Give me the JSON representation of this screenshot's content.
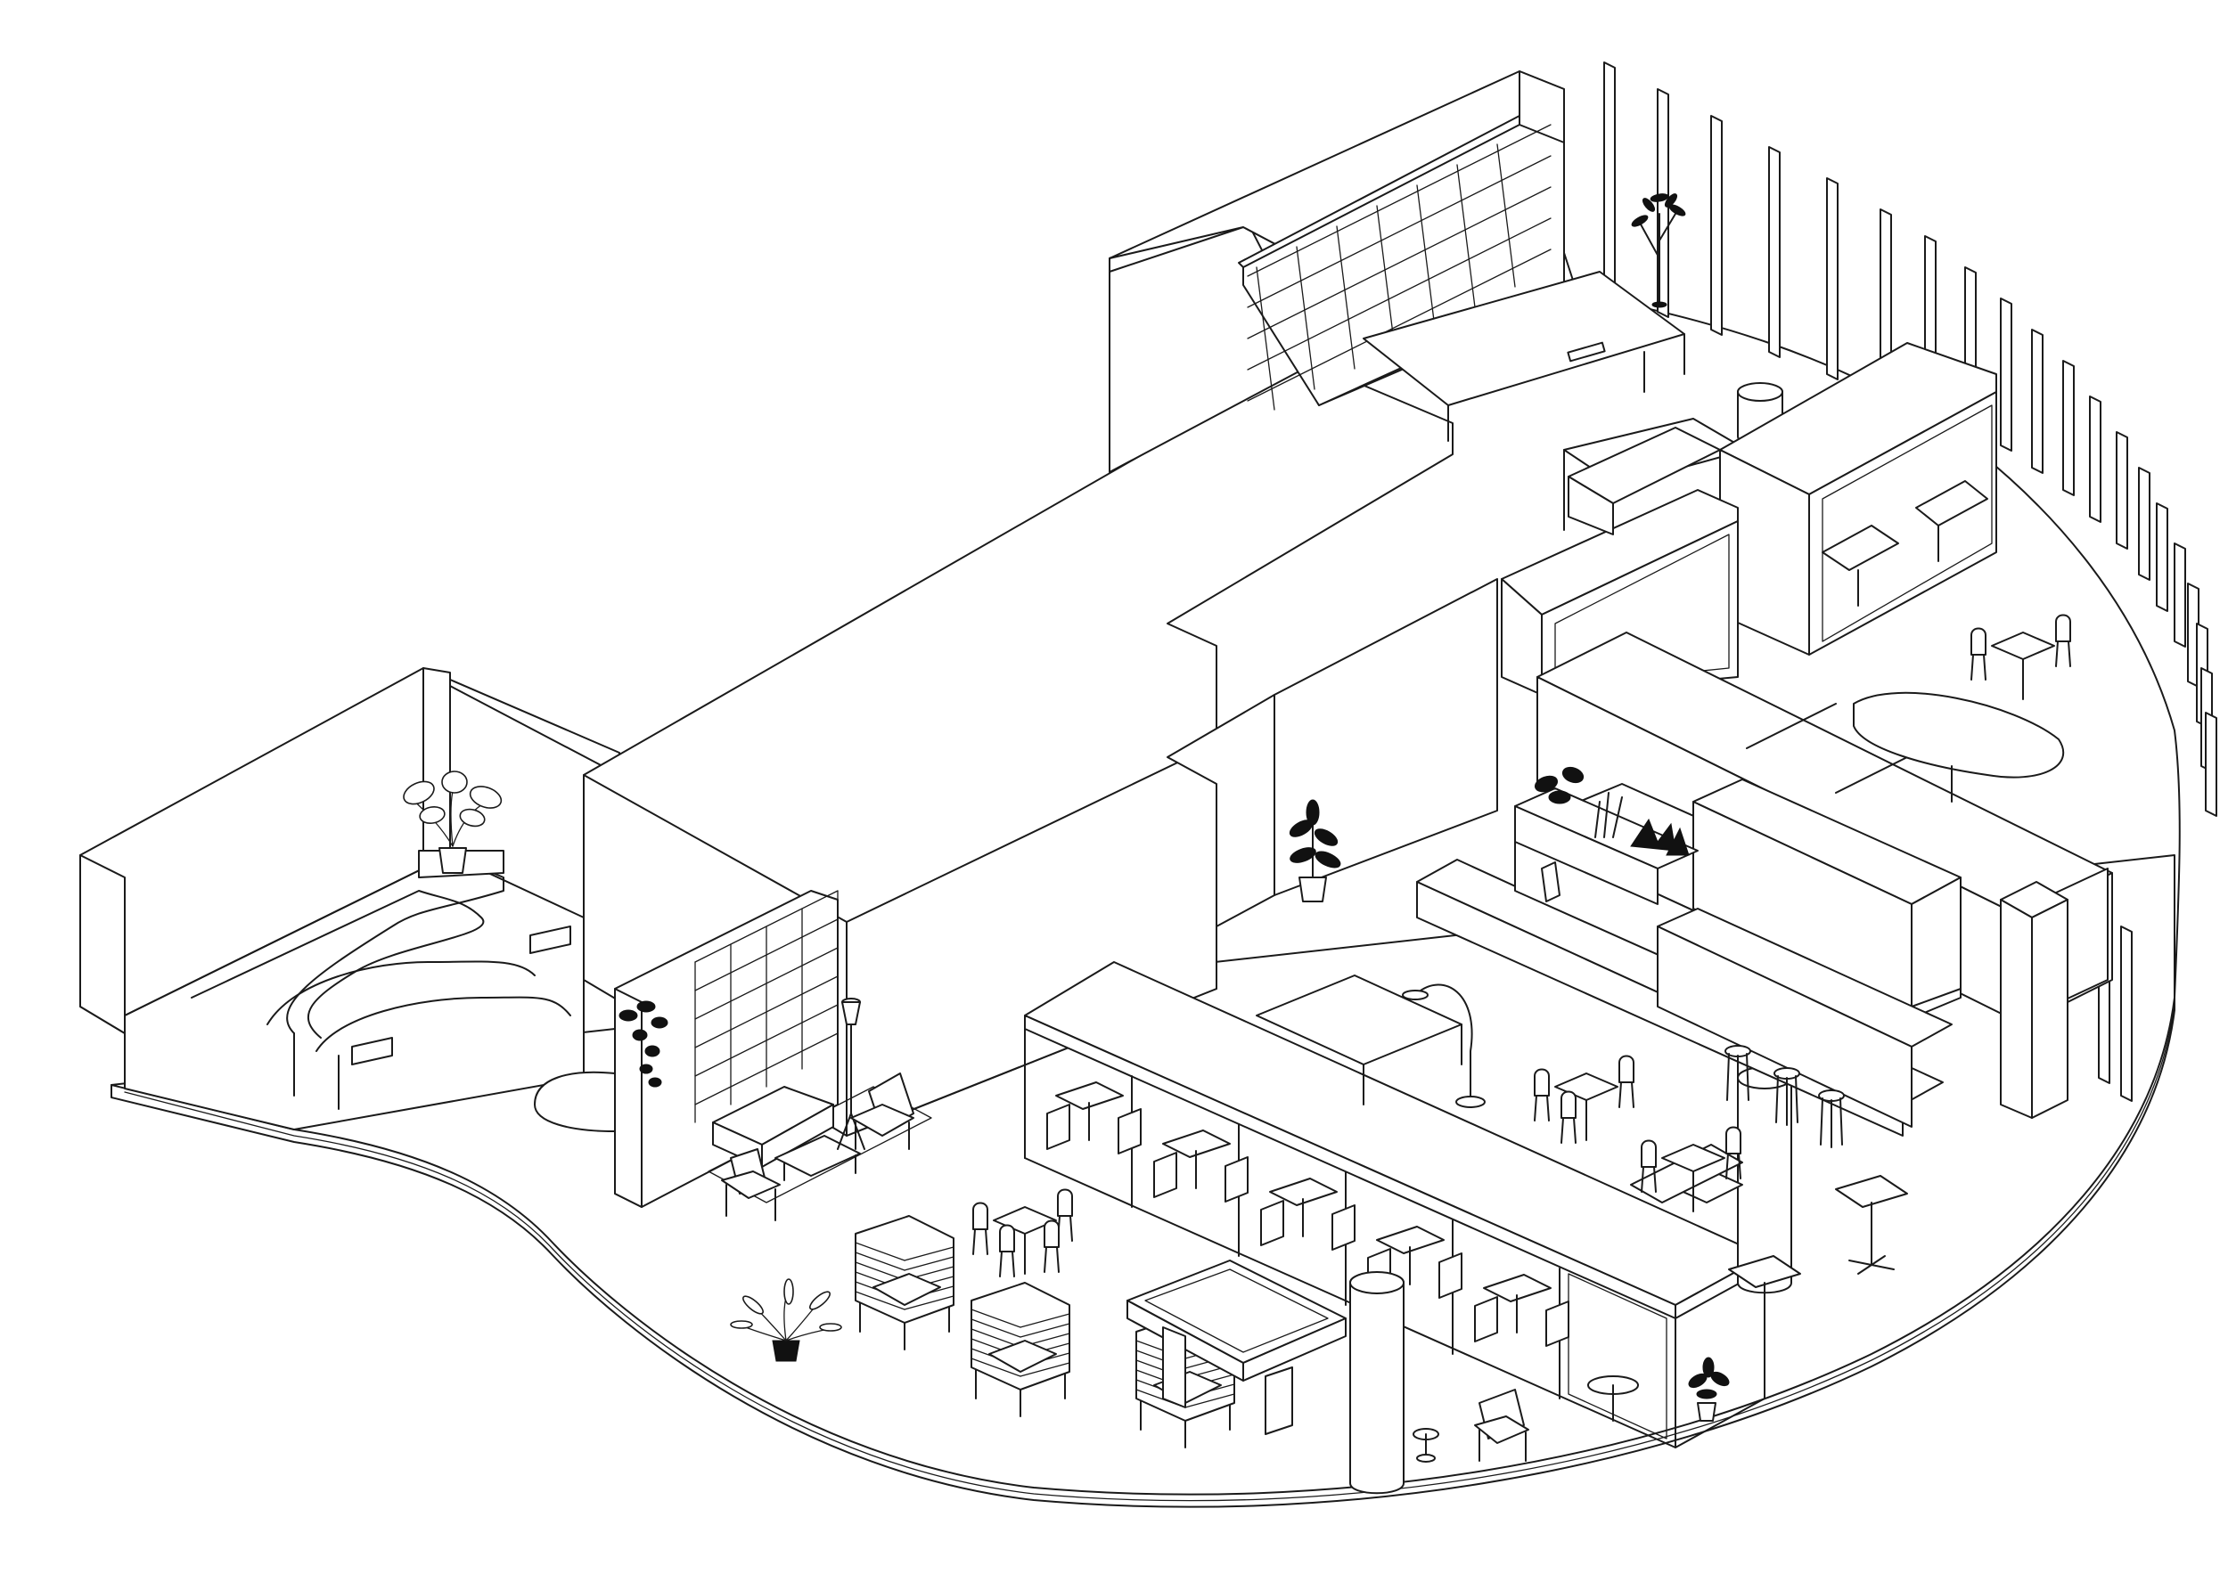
{
  "diagram": {
    "type": "isometric-floor-plan",
    "style": "black line drawing on white",
    "colors": {
      "line": "#1a1a1a",
      "fill": "#ffffff",
      "accent": "#111111"
    },
    "elements": [
      "outer-curved-facade",
      "vertical-window-fins",
      "central-block",
      "upper-wing",
      "amphitheater-seating",
      "bookshelf-wall",
      "meeting-pods",
      "booth-rail",
      "columns",
      "pool-table",
      "high-back-armchairs",
      "cafe-tables",
      "reception-counter",
      "planters"
    ]
  }
}
